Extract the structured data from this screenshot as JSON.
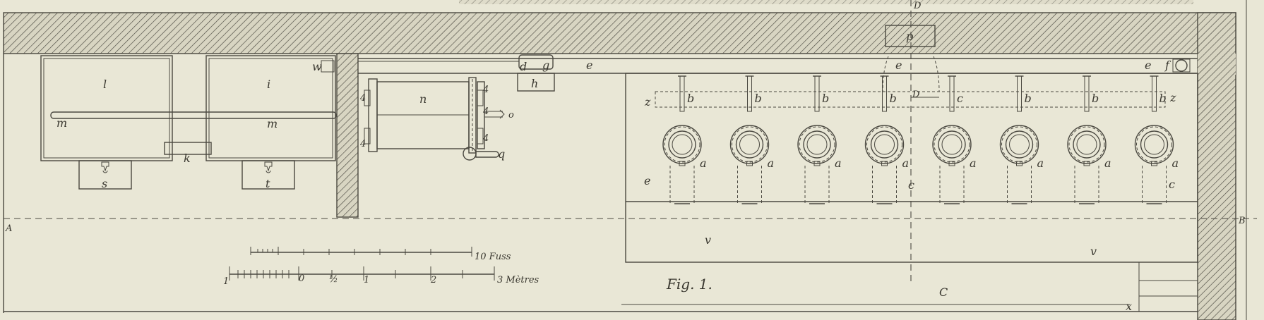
{
  "colors": {
    "paper": "#e9e7d6",
    "ink": "#4a4840",
    "hatch_bg": "#d8d5c2"
  },
  "labels": {
    "D_top": "D",
    "p": "p",
    "l": "l",
    "i": "i",
    "w": "w",
    "m_left": "m",
    "m_right": "m",
    "k": "k",
    "s": "s",
    "t": "t",
    "n": "n",
    "d": "d",
    "g": "g",
    "h": "h",
    "e_top_1": "e",
    "e_top_2": "e",
    "e_top_3": "e",
    "f": "f",
    "z_left": "z",
    "z_right": "z",
    "D_mid": "D",
    "c_mid": "c",
    "e_left": "e",
    "c_low_1": "c",
    "c_low_2": "c",
    "v_left": "v",
    "v_right": "v",
    "A": "A",
    "B": "B",
    "C_bottom": "C",
    "x": "x",
    "o": "o",
    "q": "q",
    "num4_a": "4",
    "num4_b": "4",
    "num4_c": "4",
    "num4_d": "4",
    "num4_e": "4"
  },
  "scale_feet": {
    "label": "10 Fuss"
  },
  "scale_metres": {
    "ticks": [
      "1",
      "0",
      "½",
      "1",
      "2"
    ],
    "end_label": "3 Mètres"
  },
  "figure_caption": "Fig. 1.",
  "burners": [
    {
      "b": "b",
      "a": "a"
    },
    {
      "b": "b",
      "a": "a"
    },
    {
      "b": "b",
      "a": "a"
    },
    {
      "b": "b",
      "a": "a"
    },
    {
      "b": "c",
      "a": "a"
    },
    {
      "b": "b",
      "a": "a"
    },
    {
      "b": "b",
      "a": "a"
    },
    {
      "b": "b",
      "a": "a"
    }
  ]
}
